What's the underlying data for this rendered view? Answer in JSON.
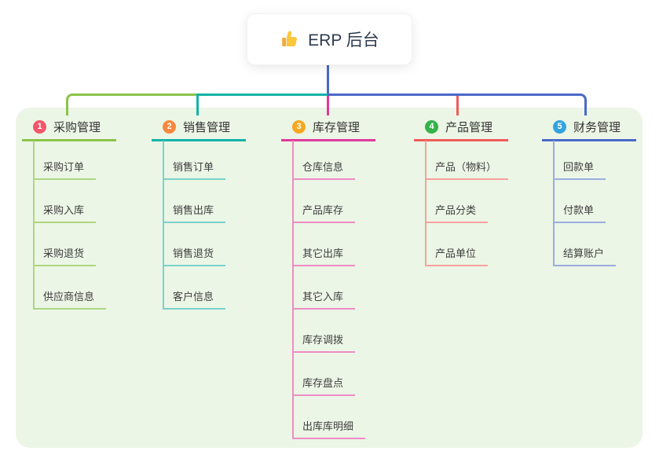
{
  "root": {
    "label": "ERP 后台",
    "icon": "thumbs-up-icon"
  },
  "panel": {
    "background": "#ecf6e6"
  },
  "connector": {
    "root_line_color": "#4a69c8"
  },
  "branches": [
    {
      "num": "1",
      "label": "采购管理",
      "badge_color": "#f2566b",
      "line_color": "#8bc34a",
      "child_line_color": "#aed581",
      "children": [
        "采购订单",
        "采购入库",
        "采购退货",
        "供应商信息"
      ]
    },
    {
      "num": "2",
      "label": "销售管理",
      "badge_color": "#f7883f",
      "line_color": "#12b3a8",
      "child_line_color": "#7ad2ca",
      "children": [
        "销售订单",
        "销售出库",
        "销售退货",
        "客户信息"
      ]
    },
    {
      "num": "3",
      "label": "库存管理",
      "badge_color": "#f7a822",
      "line_color": "#e0399b",
      "child_line_color": "#ee8cc5",
      "children": [
        "仓库信息",
        "产品库存",
        "其它出库",
        "其它入库",
        "库存调拨",
        "库存盘点",
        "出库库明细"
      ]
    },
    {
      "num": "4",
      "label": "产品管理",
      "badge_color": "#35b24a",
      "line_color": "#f15b5b",
      "child_line_color": "#f7a19c",
      "children": [
        "产品（物料）",
        "产品分类",
        "产品单位"
      ]
    },
    {
      "num": "5",
      "label": "财务管理",
      "badge_color": "#33a3de",
      "line_color": "#4a69c8",
      "child_line_color": "#9bacdf",
      "children": [
        "回款单",
        "付款单",
        "结算账户"
      ]
    }
  ]
}
